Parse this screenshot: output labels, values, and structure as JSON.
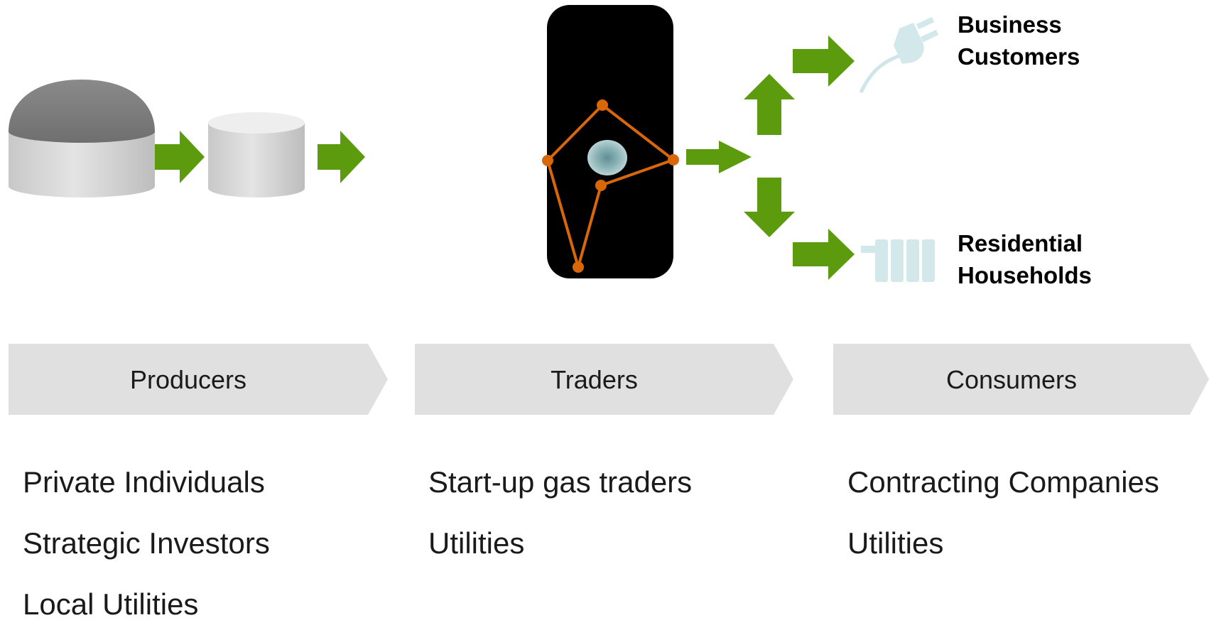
{
  "stages": {
    "producers": "Producers",
    "traders": "Traders",
    "consumers": "Consumers"
  },
  "producer_roles": [
    "Private Individuals",
    "Strategic Investors",
    "Local Utilities"
  ],
  "trader_roles": [
    "Start-up gas traders",
    "Utilities"
  ],
  "consumer_roles": [
    "Contracting Companies",
    "Utilities"
  ],
  "customers": {
    "business": [
      "Business",
      "Customers"
    ],
    "residential": [
      "Residential",
      "Households"
    ]
  },
  "colors": {
    "arrow_green": "#5c9a0e",
    "chevron_gray": "#e0e0e0",
    "network_orange": "#d9670a",
    "icon_teal": "#d2e8ea"
  },
  "icons": [
    "biogas-digester-icon",
    "storage-tank-icon",
    "gas-network-map-icon",
    "power-plug-icon",
    "radiator-icon"
  ]
}
